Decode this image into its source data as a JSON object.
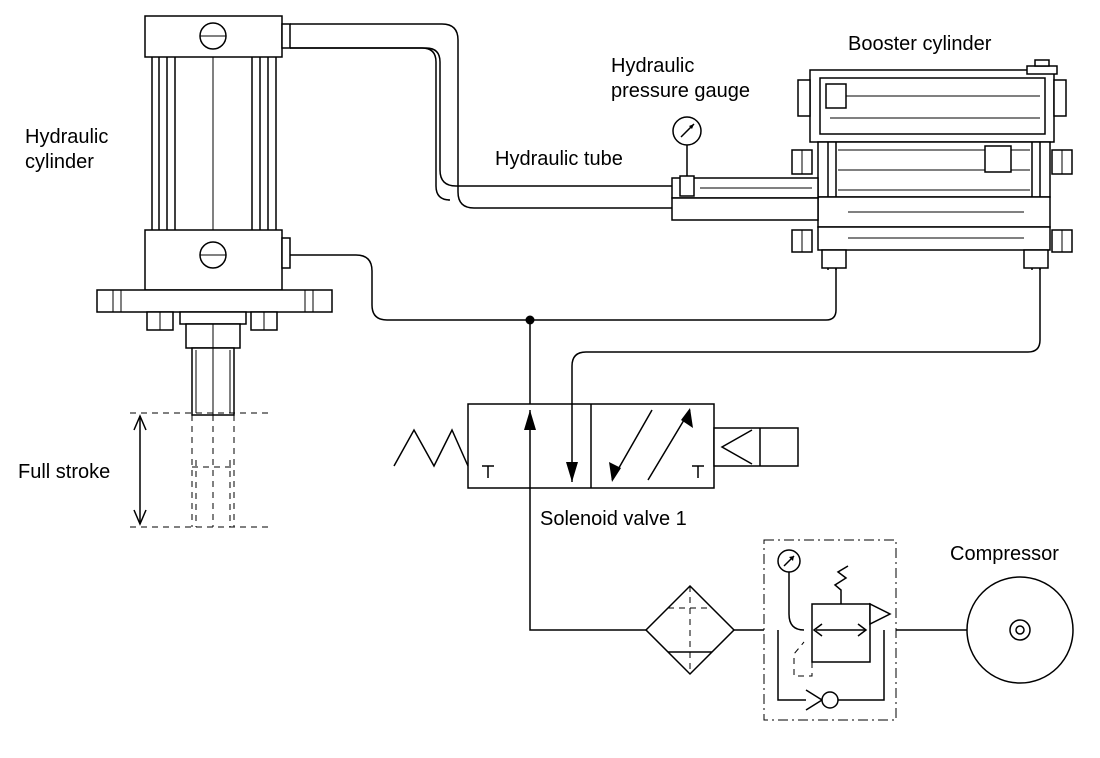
{
  "labels": {
    "hydraulic_cylinder_line1": "Hydraulic",
    "hydraulic_cylinder_line2": "cylinder",
    "booster_cylinder": "Booster cylinder",
    "pressure_gauge_line1": "Hydraulic",
    "pressure_gauge_line2": "pressure gauge",
    "hydraulic_tube": "Hydraulic tube",
    "full_stroke": "Full stroke",
    "solenoid_valve": "Solenoid valve 1",
    "compressor": "Compressor"
  },
  "icons": [
    "hydraulic-cylinder-icon",
    "booster-cylinder-icon",
    "pressure-gauge-icon",
    "solenoid-valve-icon",
    "spring-icon",
    "solenoid-coil-icon",
    "filter-icon",
    "regulator-icon",
    "check-valve-icon",
    "compressor-icon"
  ]
}
